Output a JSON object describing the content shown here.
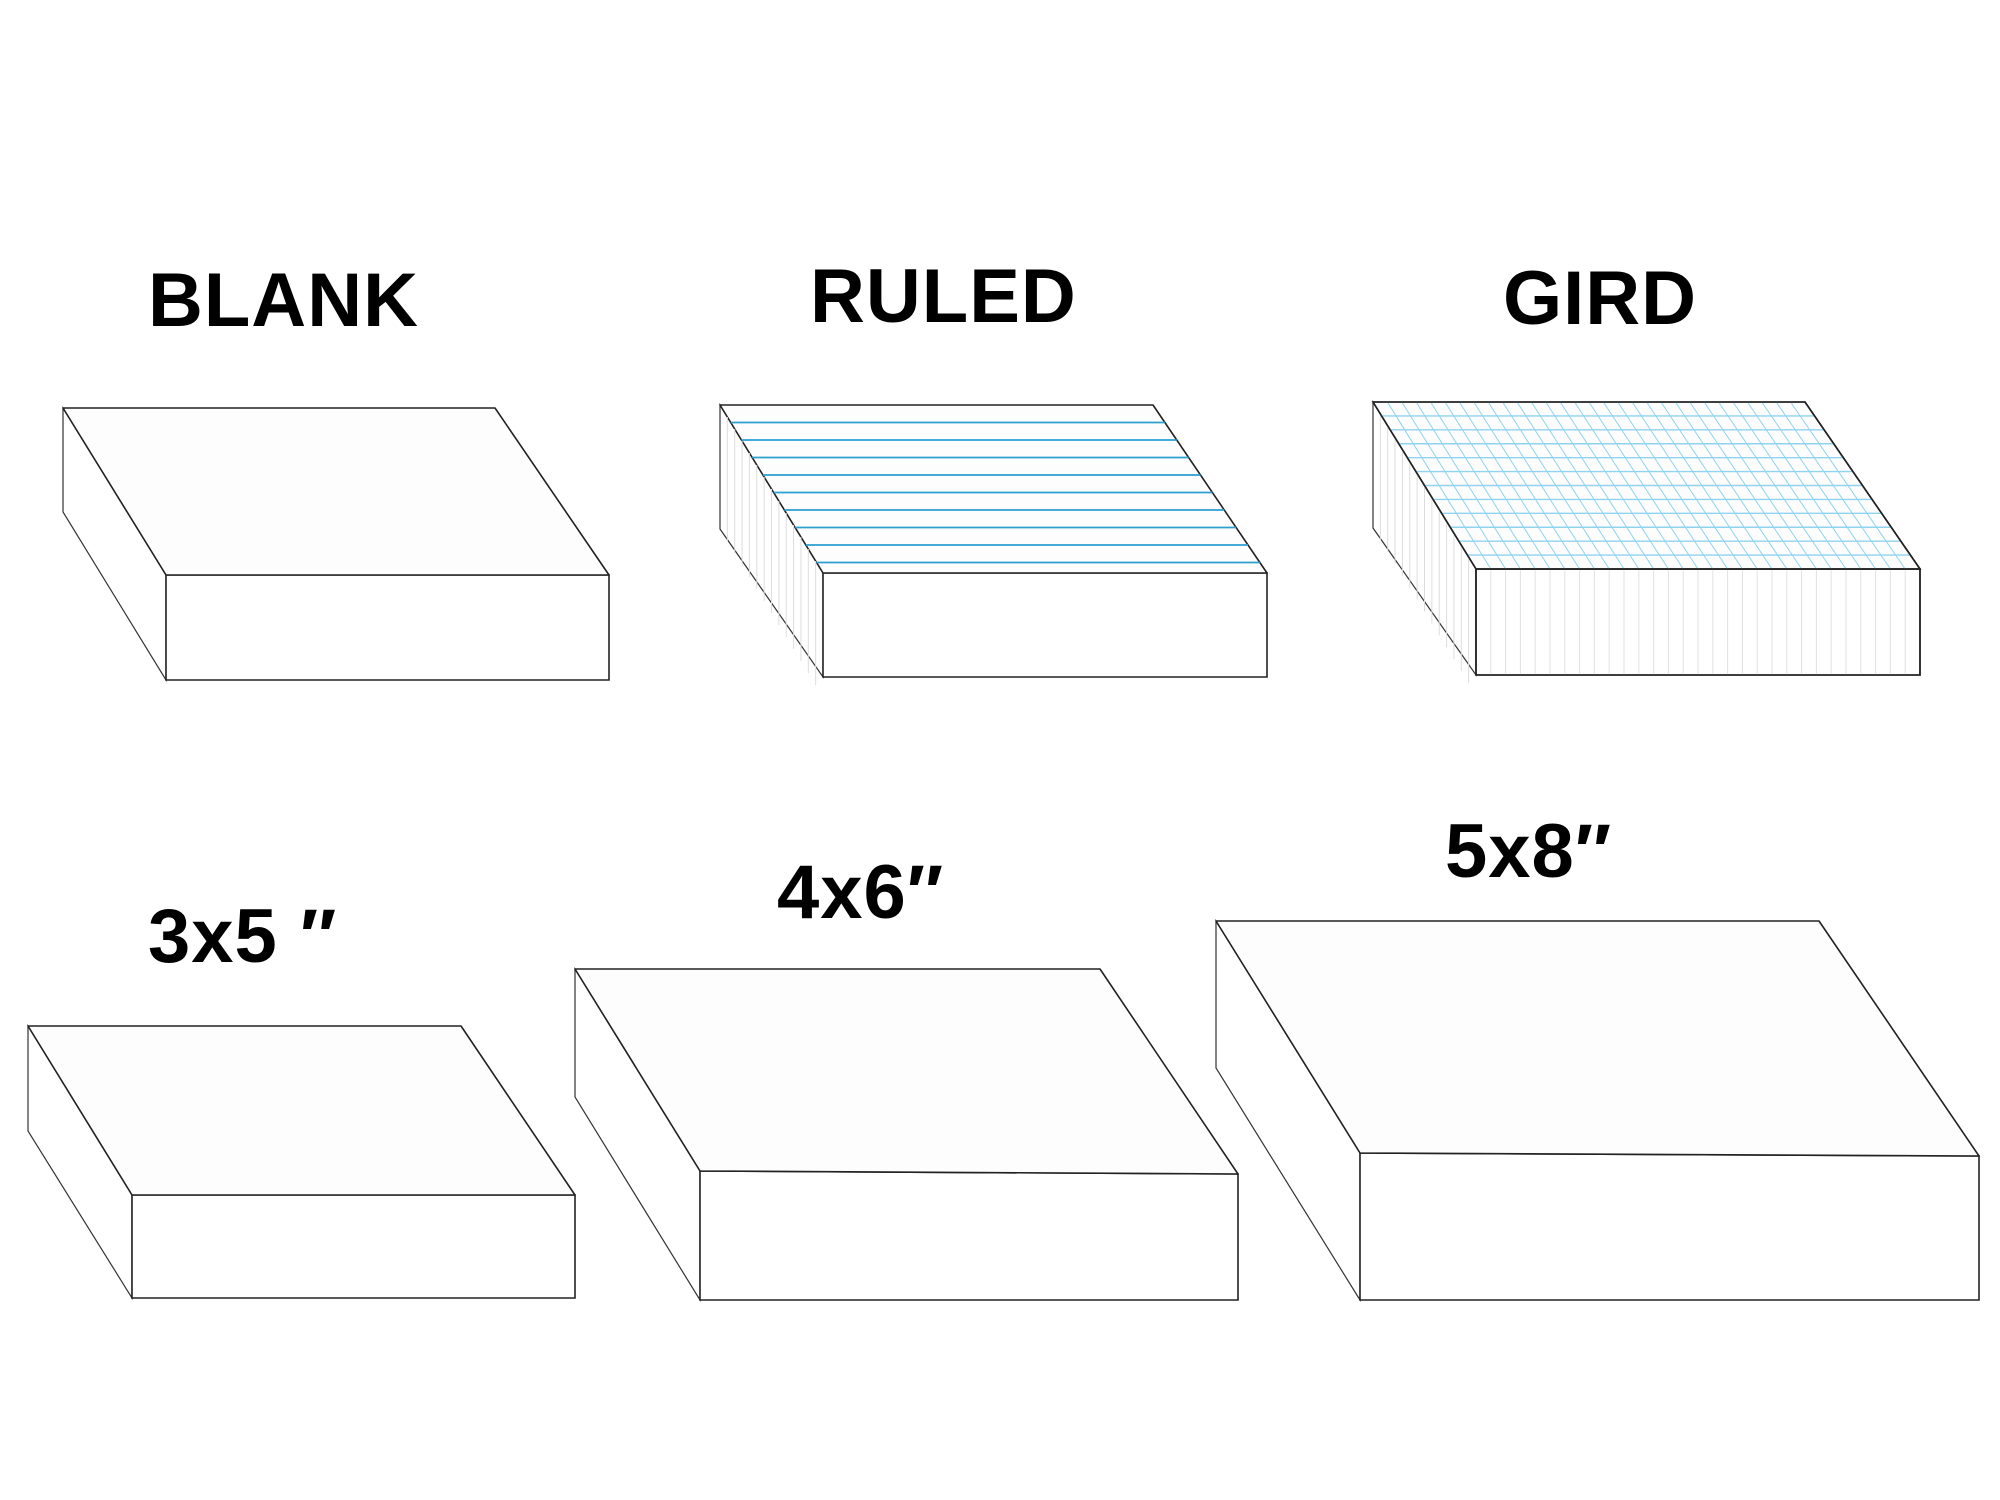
{
  "labels": {
    "blank": "BLANK",
    "ruled": "RULED",
    "grid": "GIRD",
    "size_3x5": "3x5  ″",
    "size_4x6": "4x6″",
    "size_5x8": "5x8″"
  },
  "colors": {
    "rule_line": "#2a9fd0",
    "grid_line": "#8fd3ee",
    "outline": "#222222"
  }
}
